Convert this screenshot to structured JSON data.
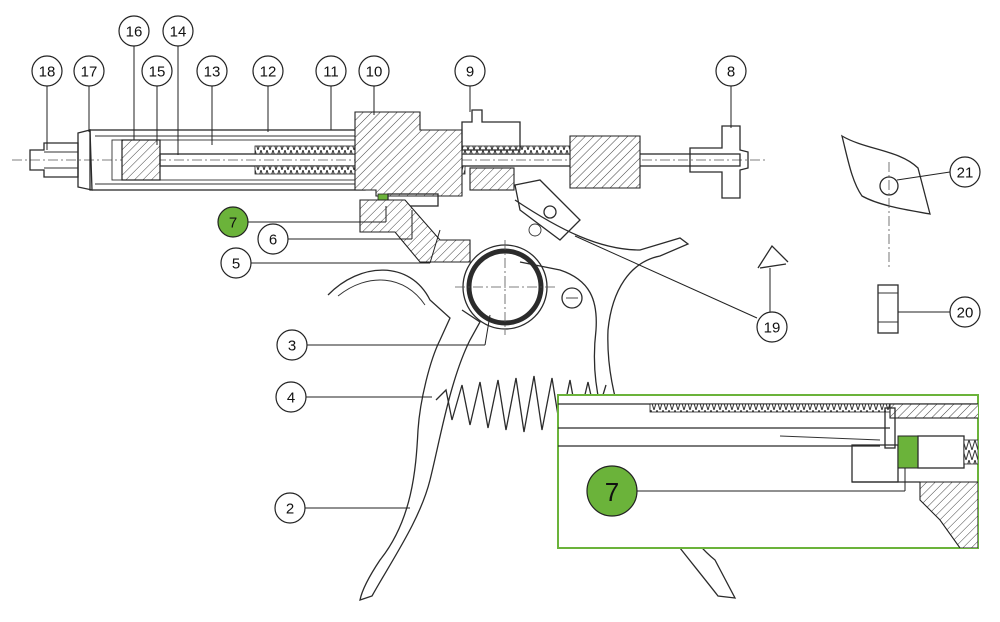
{
  "colors": {
    "highlight": "#6bb33a",
    "line": "#2b2b2b",
    "inset_border": "#6bb33a"
  },
  "callouts": {
    "p18": "18",
    "p17": "17",
    "p16": "16",
    "p15": "15",
    "p14": "14",
    "p13": "13",
    "p12": "12",
    "p11": "11",
    "p10": "10",
    "p9": "9",
    "p8": "8",
    "p21": "21",
    "p20": "20",
    "p19": "19",
    "p7": "7",
    "p6": "6",
    "p5": "5",
    "p3": "3",
    "p4": "4",
    "p2": "2"
  },
  "inset": {
    "callout": "7"
  }
}
